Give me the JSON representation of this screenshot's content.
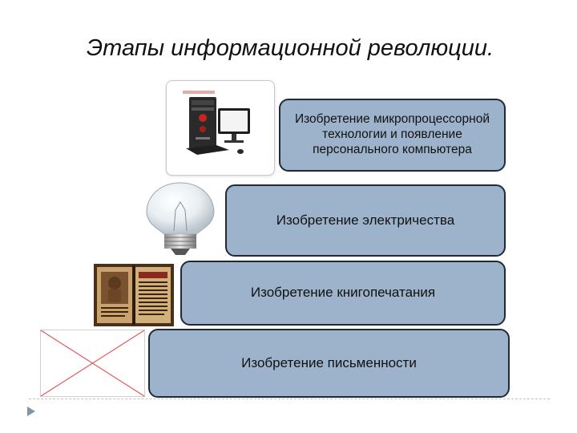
{
  "title": "Этапы информационной революции.",
  "stages": [
    {
      "label": "Изобретение письменности"
    },
    {
      "label": "Изобретение книгопечатания"
    },
    {
      "label": "Изобретение электричества"
    },
    {
      "label": "Изобретение микропроцессорной технологии и появление персонального компьютера"
    }
  ],
  "colors": {
    "stage_fill": "#9db3cb",
    "stage_border": "#1f2a36",
    "placeholder_cross": "#e05a5a"
  },
  "icons": [
    "computer-icon",
    "light-bulb-icon",
    "old-book-icon",
    "broken-image-icon",
    "nav-arrow-icon"
  ]
}
